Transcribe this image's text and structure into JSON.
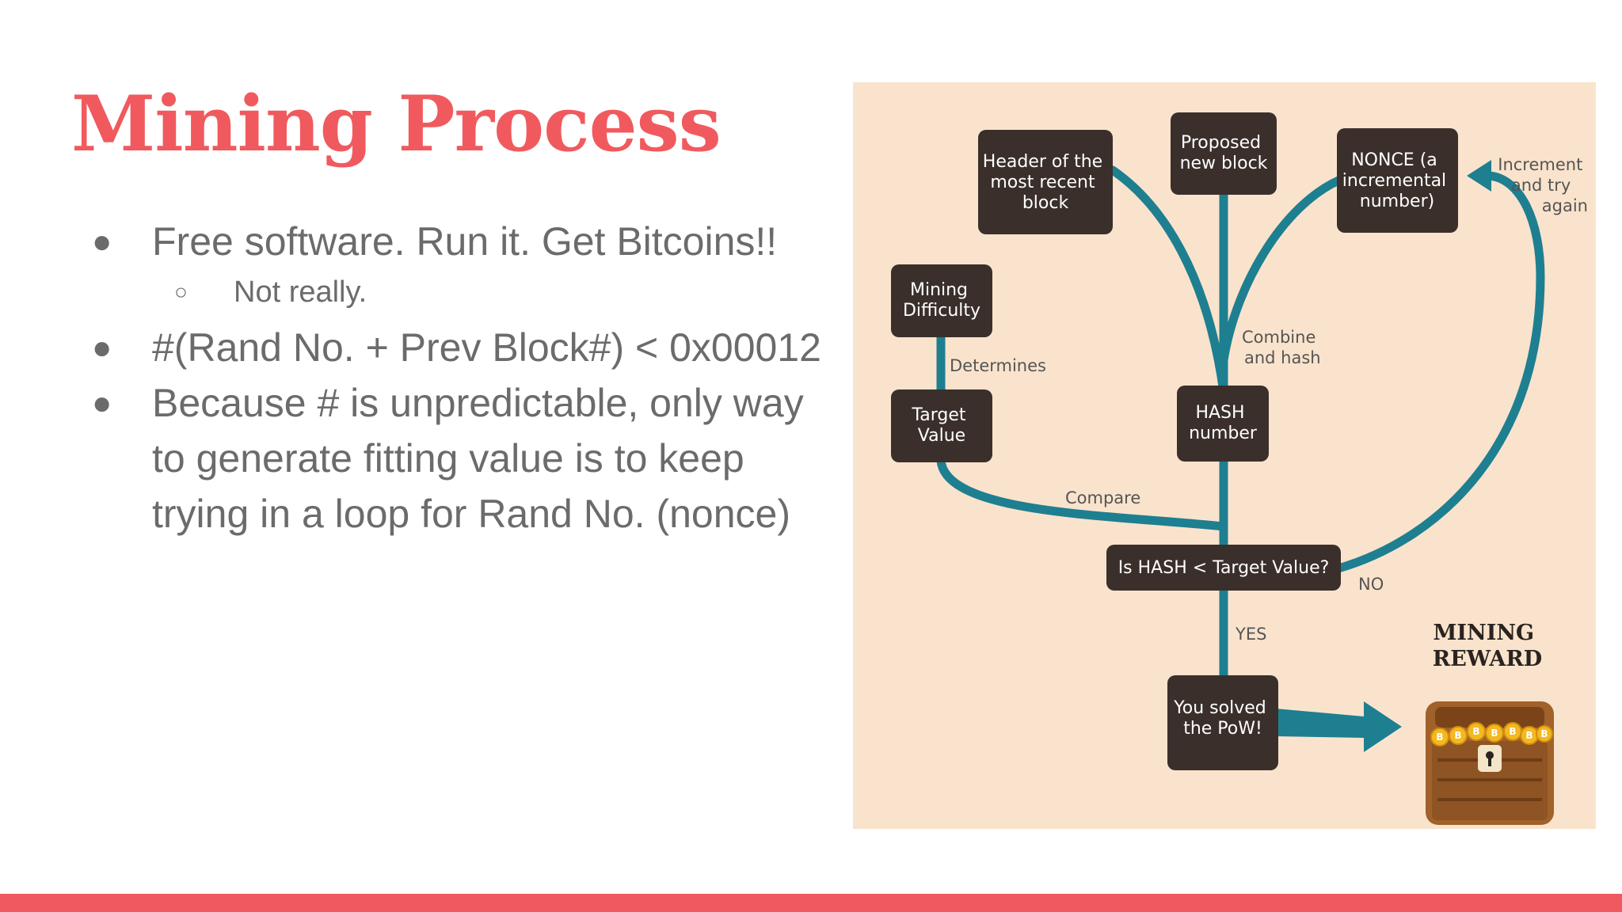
{
  "slide": {
    "title": "Mining Process",
    "bullets": [
      {
        "text": "Free software.  Run it.  Get Bitcoins!!",
        "sub": [
          "Not really."
        ]
      },
      {
        "text": "#(Rand No. + Prev Block#) < 0x00012",
        "sub": []
      },
      {
        "text": "Because # is unpredictable, only way to generate fitting value is to keep trying in a loop for Rand No. (nonce)",
        "sub": []
      }
    ],
    "accent_color": "#f05a5e",
    "text_color": "#6b6b6b"
  },
  "diagram": {
    "background_color": "#fae3cc",
    "box_color": "#3a2f2b",
    "flow_color": "#1e7f91",
    "boxes": {
      "header": [
        "Header of the",
        "most recent",
        "block"
      ],
      "proposed": [
        "Proposed",
        "new block"
      ],
      "nonce": [
        "NONCE (a",
        "incremental",
        "number)"
      ],
      "difficulty": [
        "Mining",
        "Difficulty"
      ],
      "target": [
        "Target",
        "Value"
      ],
      "hash": [
        "HASH",
        "number"
      ],
      "compare": [
        "Is HASH < Target Value?"
      ],
      "solved": [
        "You solved",
        "the PoW!"
      ]
    },
    "labels": {
      "increment": [
        "Increment",
        "and try",
        "again"
      ],
      "determines": "Determines",
      "combine": [
        "Combine",
        "and hash"
      ],
      "compare": "Compare",
      "no": "NO",
      "yes": "YES",
      "reward": [
        "MINING",
        "REWARD"
      ]
    },
    "icons": {
      "reward": "treasure-chest-icon",
      "coin": "bitcoin-coin-icon"
    }
  }
}
